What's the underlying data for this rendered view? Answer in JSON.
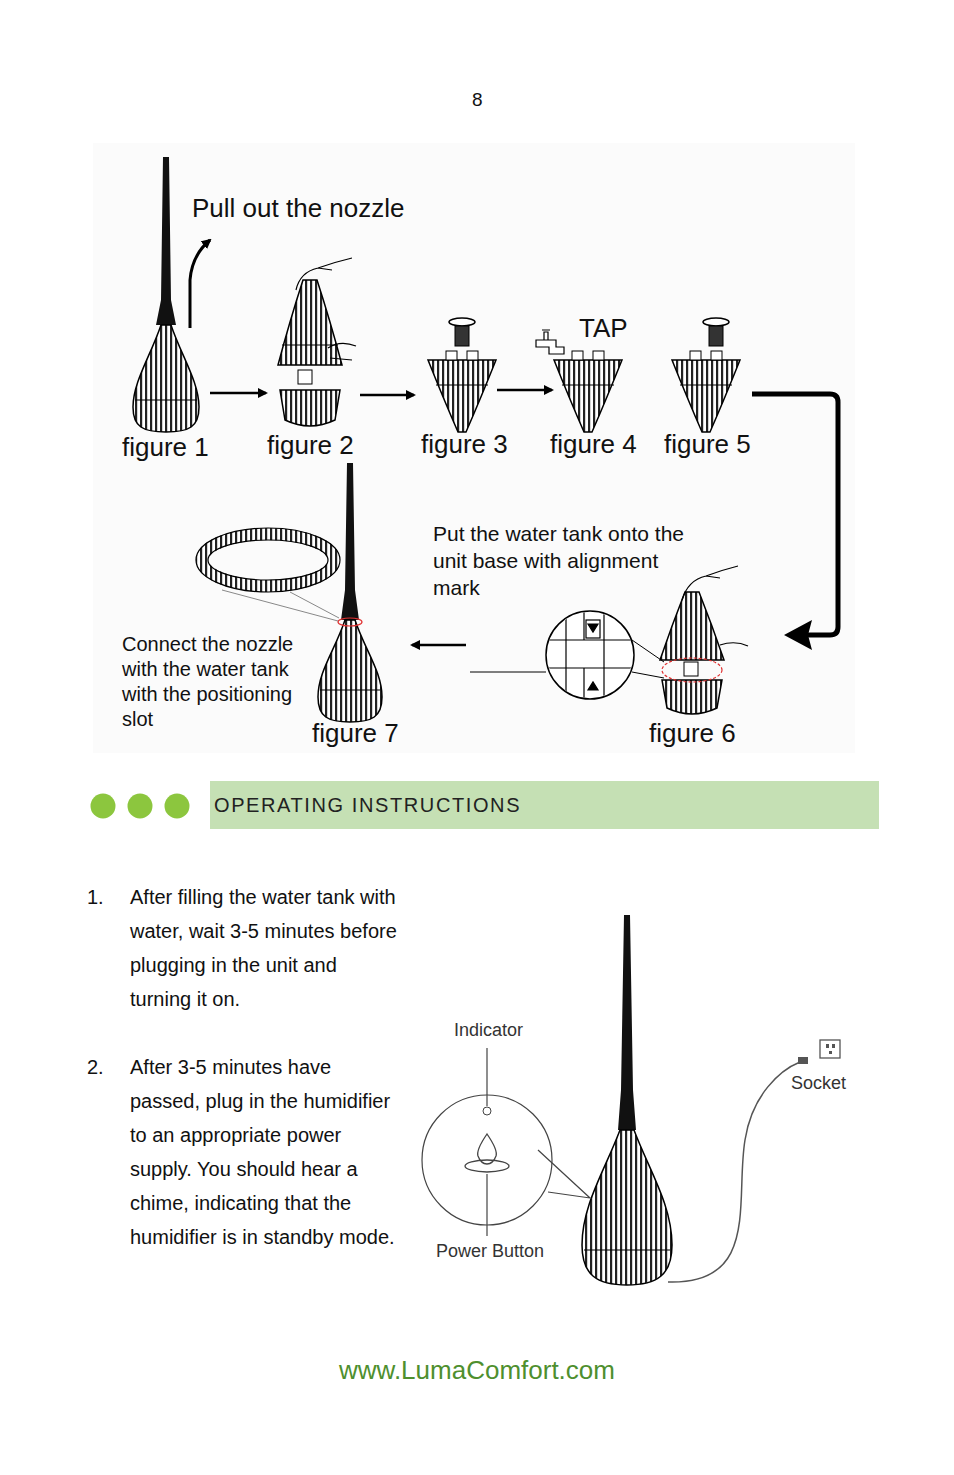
{
  "diagram": {
    "nodes": [
      {
        "text": [
          "OPERATING INSTRUCTIONS"
        ]
      }
    ],
    "labels": [
      "8",
      "Pull out the nozzle",
      "figure 1",
      "figure 2",
      "figure 3",
      "TAP",
      "figure 4",
      "figure 5",
      "Put the water tank onto the unit base with alignment mark",
      "Connect the nozzle with the water tank with the positioning slot",
      "figure 7",
      "figure 6",
      "1.",
      "After filling the water tank with water, wait 3-5 minutes before plugging in the unit and turning it on.",
      "2.",
      "After 3-5 minutes have passed, plug in the humidifier to an appropriate power supply. You should hear a chime, indicating that the humidifier is in standby mode.",
      "Indicator",
      "Power Button",
      "Socket",
      "www.LumaComfort.com"
    ]
  }
}
